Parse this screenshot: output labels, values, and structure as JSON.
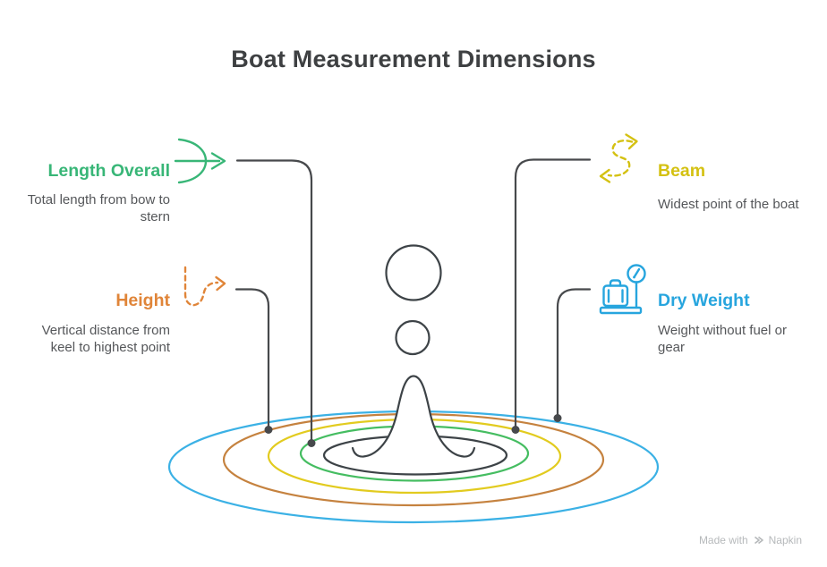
{
  "title": "Boat Measurement Dimensions",
  "callouts": [
    {
      "id": "length-overall",
      "label": "Length Overall",
      "description": "Total length from bow to stern",
      "color_key": "green",
      "icon": "bow-arrow-icon",
      "side": "left",
      "connects_to_ripple": "fourth-green"
    },
    {
      "id": "beam",
      "label": "Beam",
      "description": "Widest point of the boat",
      "color_key": "yellow",
      "icon": "s-curve-arrows-icon",
      "side": "right",
      "connects_to_ripple": "third-yellow"
    },
    {
      "id": "height",
      "label": "Height",
      "description": "Vertical distance from keel to highest point",
      "color_key": "orange",
      "icon": "dashed-turn-arrow-icon",
      "side": "left",
      "connects_to_ripple": "second-orange"
    },
    {
      "id": "dry-weight",
      "label": "Dry Weight",
      "description": "Weight without fuel or gear",
      "color_key": "blue",
      "icon": "luggage-scale-icon",
      "side": "right",
      "connects_to_ripple": "outer-blue"
    }
  ],
  "illustration": {
    "type": "water-splash-with-ripples",
    "elements": [
      "droplet-circle-large",
      "droplet-circle-small",
      "splash-column"
    ],
    "ripples": [
      {
        "ring": "outer",
        "color_key": "blue_ripple",
        "connects_to": "dry-weight"
      },
      {
        "ring": "second",
        "color_key": "orange_ripple",
        "connects_to": "height"
      },
      {
        "ring": "third",
        "color_key": "yellow_ripple",
        "connects_to": "beam"
      },
      {
        "ring": "fourth",
        "color_key": "green_ripple",
        "connects_to": "length-overall"
      },
      {
        "ring": "inner",
        "color_key": "splash_dark",
        "connects_to": null
      }
    ]
  },
  "colors": {
    "title_text": "#3e4042",
    "desc_text": "#55575a",
    "line_dark": "#47494c",
    "splash_dark": "#3d4347",
    "green": "#38b677",
    "green_ripple": "#45bd61",
    "yellow": "#d4c112",
    "yellow_ripple": "#e2cb1f",
    "orange": "#e08539",
    "orange_ripple": "#c5823f",
    "blue": "#27a5de",
    "blue_ripple": "#3bb1e5",
    "footer_text": "#b6b9bb"
  },
  "footer": {
    "made_with": "Made with",
    "brand": "Napkin",
    "logo": "napkin-logo-icon"
  }
}
